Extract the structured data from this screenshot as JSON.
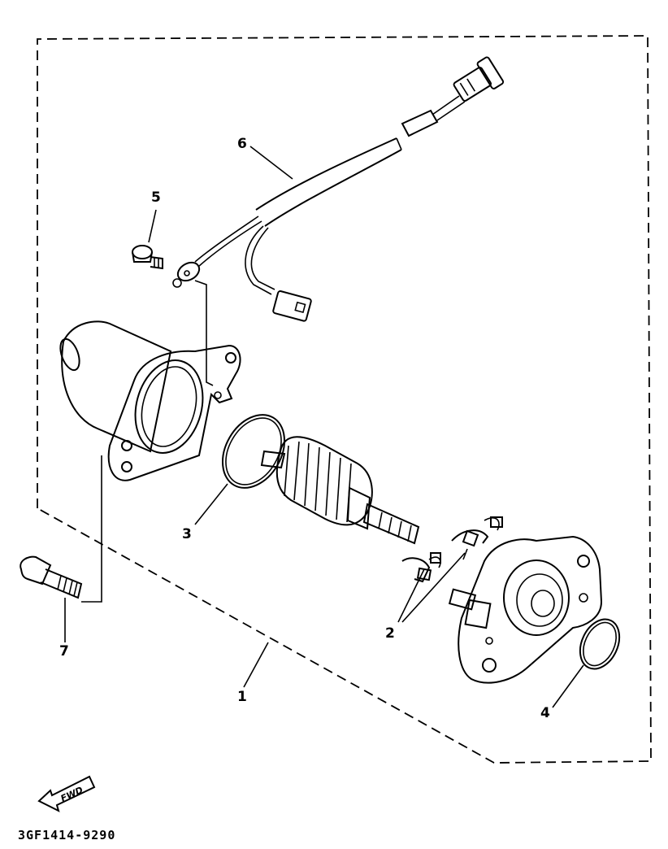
{
  "diagram": {
    "callouts": [
      {
        "id": "1",
        "text": "1"
      },
      {
        "id": "2",
        "text": "2"
      },
      {
        "id": "3",
        "text": "3"
      },
      {
        "id": "4",
        "text": "4"
      },
      {
        "id": "5",
        "text": "5"
      },
      {
        "id": "6",
        "text": "6"
      },
      {
        "id": "7",
        "text": "7"
      }
    ],
    "direction_badge": "FWD",
    "part_code": "3GF1414-9290"
  }
}
